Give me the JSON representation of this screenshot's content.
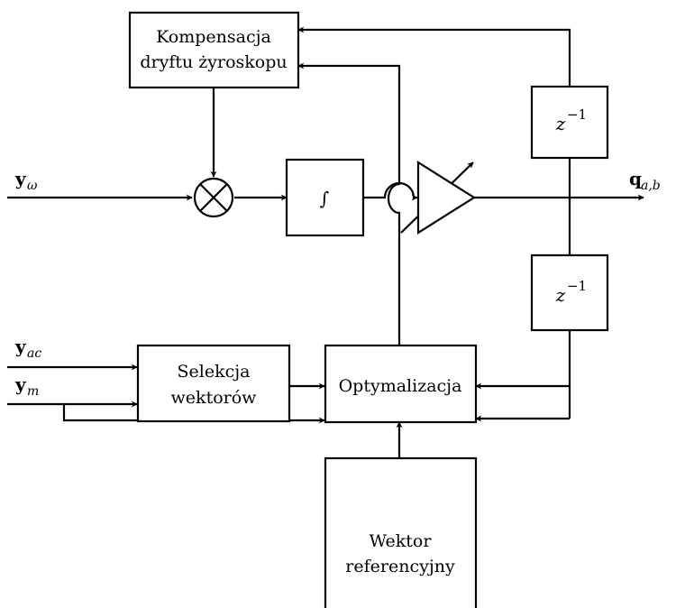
{
  "blocks": {
    "kompensacja": [
      "Kompensacja",
      "dryftu żyroskopu"
    ],
    "integrator": "∫",
    "delay_top": {
      "base": "z",
      "exp": "−1"
    },
    "delay_bottom": {
      "base": "z",
      "exp": "−1"
    },
    "selekcja": [
      "Selekcja",
      "wektorów"
    ],
    "optymalizacja": "Optymalizacja",
    "wektor_ref": [
      "Wektor",
      "referencyjny"
    ]
  },
  "signals": {
    "y_omega": {
      "base": "y",
      "sub": "ω"
    },
    "y_ac": {
      "base": "y",
      "sub": "ac"
    },
    "y_m": {
      "base": "y",
      "sub": "m"
    },
    "q_out": {
      "base": "q",
      "sub": "a,b"
    }
  }
}
